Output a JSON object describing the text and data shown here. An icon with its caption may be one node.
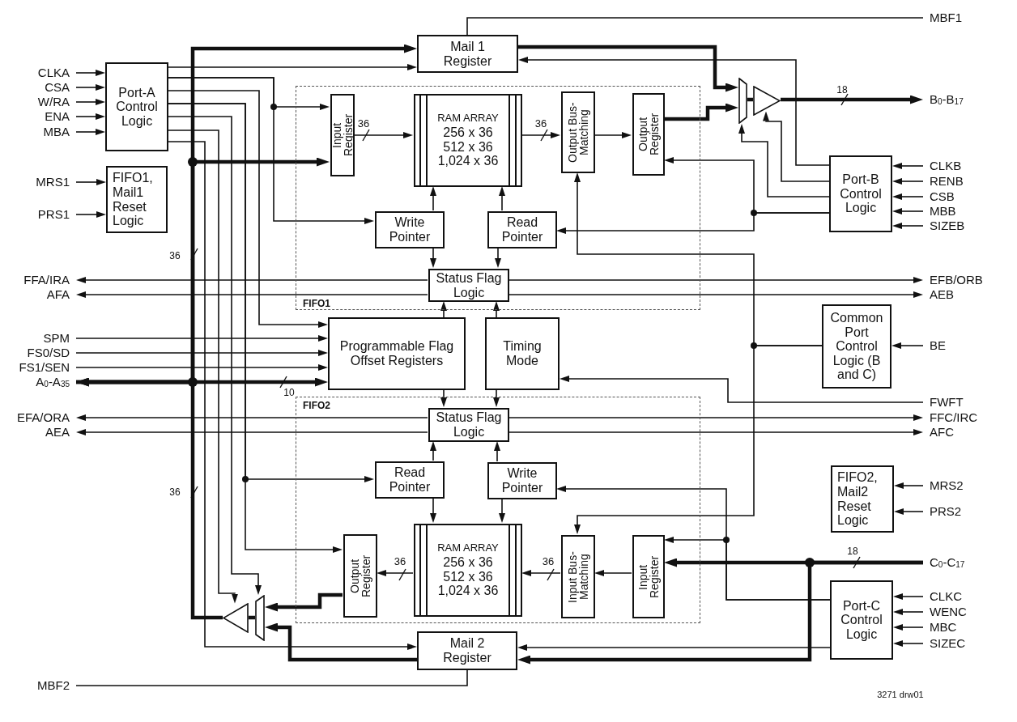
{
  "diagram": {
    "nodes": [
      {
        "text": [
          "Mail 1 Register"
        ]
      },
      {
        "text": [
          "Port-A Control Logic"
        ]
      },
      {
        "text": [
          "FIFO1, Mail1 Reset Logic"
        ]
      },
      {
        "text": [
          "FIFO1"
        ]
      },
      {
        "text": [
          "Input Register"
        ],
        "in": 3
      },
      {
        "text": [
          "RAM ARRAY",
          "256 x 36 512 x 36 1,024 x 36"
        ],
        "in": 3
      },
      {
        "text": [
          "Output Bus-Matching"
        ],
        "in": 3
      },
      {
        "text": [
          "Output Register"
        ],
        "in": 3
      },
      {
        "text": [
          "Write Pointer"
        ],
        "in": 3
      },
      {
        "text": [
          "Read Pointer"
        ],
        "in": 3
      },
      {
        "text": [
          "Status Flag Logic"
        ],
        "in": 3
      },
      {
        "text": [
          "Port-B Control Logic"
        ]
      },
      {
        "text": [
          "Programmable Flag Offset Registers"
        ]
      },
      {
        "text": [
          "Timing Mode"
        ]
      },
      {
        "text": [
          "Common Port Control Logic (B and C)"
        ]
      },
      {
        "text": [
          "FIFO2"
        ]
      },
      {
        "text": [
          "Status Flag Logic"
        ],
        "in": 15
      },
      {
        "text": [
          "Read Pointer"
        ],
        "in": 15
      },
      {
        "text": [
          "Write Pointer"
        ],
        "in": 15
      },
      {
        "text": [
          "FIFO2, Mail2 Reset Logic"
        ]
      },
      {
        "text": [
          "Output Register"
        ],
        "in": 15
      },
      {
        "text": [
          "RAM ARRAY",
          "256 x 36 512 x 36 1,024 x 36"
        ],
        "in": 15
      },
      {
        "text": [
          "Input Bus-Matching"
        ],
        "in": 15
      },
      {
        "text": [
          "Input Register"
        ],
        "in": 15
      },
      {
        "text": [
          "Port-C Control Logic"
        ]
      },
      {
        "text": [
          "Mail 2 Register"
        ]
      },
      {
        "text": [],
        "shape": "trapezoid"
      },
      {
        "text": [],
        "shape": "triangle"
      },
      {
        "text": [],
        "shape": "triangle"
      },
      {
        "text": [],
        "shape": "trapezoid"
      },
      {
        "text": [
          "CLKA"
        ]
      },
      {
        "text": [
          "CSA"
        ]
      },
      {
        "text": [
          "W/RA"
        ]
      },
      {
        "text": [
          "ENA"
        ]
      },
      {
        "text": [
          "MBA"
        ]
      },
      {
        "text": [
          "MRS1"
        ]
      },
      {
        "text": [
          "PRS1"
        ]
      },
      {
        "text": [
          "FFA/IRA"
        ]
      },
      {
        "text": [
          "AFA"
        ]
      },
      {
        "text": [
          "SPM"
        ]
      },
      {
        "text": [
          "FS0/SD"
        ]
      },
      {
        "text": [
          "FS1/SEN"
        ]
      },
      {
        "text": [
          "A$_{0}$-A$_{35}$"
        ]
      },
      {
        "text": [
          "EFA/ORA"
        ]
      },
      {
        "text": [
          "AEA"
        ]
      },
      {
        "text": [
          "MBF2"
        ]
      },
      {
        "text": [
          "MBF1"
        ]
      },
      {
        "text": [
          "B$_{0}$-B$_{17}$"
        ]
      },
      {
        "text": [
          "CLKB"
        ]
      },
      {
        "text": [
          "RENB"
        ]
      },
      {
        "text": [
          "CSB"
        ]
      },
      {
        "text": [
          "MBB"
        ]
      },
      {
        "text": [
          "SIZEB"
        ]
      },
      {
        "text": [
          "EFB/ORB"
        ]
      },
      {
        "text": [
          "AEB"
        ]
      },
      {
        "text": [
          "BE"
        ]
      },
      {
        "text": [
          "FWFT"
        ]
      },
      {
        "text": [
          "FFC/IRC"
        ]
      },
      {
        "text": [
          "AFC"
        ]
      },
      {
        "text": [
          "MRS2"
        ]
      },
      {
        "text": [
          "PRS2"
        ]
      },
      {
        "text": [
          "C$_{0}$-C$_{17}$"
        ]
      },
      {
        "text": [
          "CLKC"
        ]
      },
      {
        "text": [
          "WENC"
        ]
      },
      {
        "text": [
          "MBC"
        ]
      },
      {
        "text": [
          "SIZEC"
        ]
      }
    ],
    "edges": [
      {
        "from": 30,
        "to": 1,
        "arrow": "to"
      },
      {
        "from": 31,
        "to": 1,
        "arrow": "to"
      },
      {
        "from": 32,
        "to": 1,
        "arrow": "to"
      },
      {
        "from": 33,
        "to": 1,
        "arrow": "to"
      },
      {
        "from": 34,
        "to": 1,
        "arrow": "to"
      },
      {
        "from": 35,
        "to": 2,
        "arrow": "to"
      },
      {
        "from": 36,
        "to": 2,
        "arrow": "to"
      },
      {
        "from": 10,
        "to": 37,
        "arrow": "to"
      },
      {
        "from": 10,
        "to": 38,
        "arrow": "to"
      },
      {
        "from": 39,
        "to": 12,
        "arrow": "to"
      },
      {
        "from": 40,
        "to": 12,
        "arrow": "to"
      },
      {
        "from": 41,
        "to": 12,
        "arrow": "to"
      },
      {
        "from": 42,
        "to": 0,
        "arrow": "both",
        "style": "thick"
      },
      {
        "from": 42,
        "to": 4,
        "arrow": "to",
        "style": "thick"
      },
      {
        "from": 42,
        "to": 12,
        "arrow": "to",
        "style": "thick"
      },
      {
        "from": 28,
        "to": 42,
        "arrow": "to",
        "style": "thick"
      },
      {
        "from": 1,
        "to": 0,
        "arrow": "to"
      },
      {
        "from": 1,
        "to": 4,
        "arrow": "to"
      },
      {
        "from": 1,
        "to": 8,
        "arrow": "to"
      },
      {
        "from": 1,
        "to": 12,
        "arrow": "to"
      },
      {
        "from": 1,
        "to": 17,
        "arrow": "to"
      },
      {
        "from": 1,
        "to": 20,
        "arrow": "to"
      },
      {
        "from": 1,
        "to": 29,
        "arrow": "to"
      },
      {
        "from": 1,
        "to": 28,
        "arrow": "to"
      },
      {
        "from": 1,
        "to": 25,
        "arrow": "to"
      },
      {
        "from": 20,
        "to": 29,
        "arrow": "to",
        "style": "thick"
      },
      {
        "from": 25,
        "to": 29,
        "arrow": "to",
        "style": "thick"
      },
      {
        "from": 29,
        "to": 28,
        "arrow": "none",
        "style": "thick"
      },
      {
        "from": 25,
        "to": 45,
        "arrow": "none"
      },
      {
        "from": 0,
        "to": 46,
        "arrow": "none"
      },
      {
        "from": 24,
        "to": 25,
        "arrow": "to"
      },
      {
        "from": 61,
        "to": 23,
        "arrow": "to",
        "style": "thick"
      },
      {
        "from": 61,
        "to": 25,
        "arrow": "to",
        "style": "thick"
      },
      {
        "from": 24,
        "to": 23,
        "arrow": "to"
      },
      {
        "from": 24,
        "to": 18,
        "arrow": "to"
      },
      {
        "from": 11,
        "to": 9,
        "arrow": "to"
      },
      {
        "from": 11,
        "to": 7,
        "arrow": "to"
      },
      {
        "from": 14,
        "to": 6,
        "arrow": "to"
      },
      {
        "from": 14,
        "to": 22,
        "arrow": "to"
      },
      {
        "from": 55,
        "to": 14,
        "arrow": "to"
      },
      {
        "from": 56,
        "to": 13,
        "arrow": "to"
      },
      {
        "from": 10,
        "to": 53,
        "arrow": "to"
      },
      {
        "from": 10,
        "to": 54,
        "arrow": "to"
      },
      {
        "from": 16,
        "to": 43,
        "arrow": "to"
      },
      {
        "from": 16,
        "to": 44,
        "arrow": "to"
      },
      {
        "from": 16,
        "to": 57,
        "arrow": "to"
      },
      {
        "from": 16,
        "to": 58,
        "arrow": "to"
      },
      {
        "from": 12,
        "to": 10,
        "arrow": "to"
      },
      {
        "from": 13,
        "to": 10,
        "arrow": "to"
      },
      {
        "from": 12,
        "to": 16,
        "arrow": "to"
      },
      {
        "from": 13,
        "to": 16,
        "arrow": "to"
      },
      {
        "from": 8,
        "to": 5,
        "arrow": "to"
      },
      {
        "from": 8,
        "to": 10,
        "arrow": "to"
      },
      {
        "from": 9,
        "to": 5,
        "arrow": "to"
      },
      {
        "from": 9,
        "to": 10,
        "arrow": "to"
      },
      {
        "from": 17,
        "to": 16,
        "arrow": "to"
      },
      {
        "from": 18,
        "to": 16,
        "arrow": "to"
      },
      {
        "from": 17,
        "to": 21,
        "arrow": "to"
      },
      {
        "from": 18,
        "to": 21,
        "arrow": "to"
      },
      {
        "from": 4,
        "to": 5,
        "arrow": "to"
      },
      {
        "from": 5,
        "to": 6,
        "arrow": "to"
      },
      {
        "from": 6,
        "to": 7,
        "arrow": "to"
      },
      {
        "from": 7,
        "to": 26,
        "arrow": "to",
        "style": "thick"
      },
      {
        "from": 0,
        "to": 26,
        "arrow": "to",
        "style": "thick"
      },
      {
        "from": 11,
        "to": 0,
        "arrow": "to"
      },
      {
        "from": 11,
        "to": 27,
        "arrow": "to"
      },
      {
        "from": 11,
        "to": 26,
        "arrow": "to"
      },
      {
        "from": 26,
        "to": 27,
        "arrow": "none",
        "style": "thick"
      },
      {
        "from": 27,
        "to": 47,
        "arrow": "to",
        "style": "thick"
      },
      {
        "from": 48,
        "to": 11,
        "arrow": "to"
      },
      {
        "from": 49,
        "to": 11,
        "arrow": "to"
      },
      {
        "from": 50,
        "to": 11,
        "arrow": "to"
      },
      {
        "from": 51,
        "to": 11,
        "arrow": "to"
      },
      {
        "from": 52,
        "to": 11,
        "arrow": "to"
      },
      {
        "from": 62,
        "to": 24,
        "arrow": "to"
      },
      {
        "from": 63,
        "to": 24,
        "arrow": "to"
      },
      {
        "from": 64,
        "to": 24,
        "arrow": "to"
      },
      {
        "from": 65,
        "to": 24,
        "arrow": "to"
      },
      {
        "from": 59,
        "to": 19,
        "arrow": "to"
      },
      {
        "from": 60,
        "to": 19,
        "arrow": "to"
      },
      {
        "from": 23,
        "to": 22,
        "arrow": "to"
      },
      {
        "from": 22,
        "to": 21,
        "arrow": "to"
      },
      {
        "from": 21,
        "to": 20,
        "arrow": "to"
      }
    ],
    "labels": [
      "18",
      "36",
      "36",
      "36",
      "10",
      "36",
      "18",
      "36",
      "36",
      "3271 drw01"
    ]
  }
}
